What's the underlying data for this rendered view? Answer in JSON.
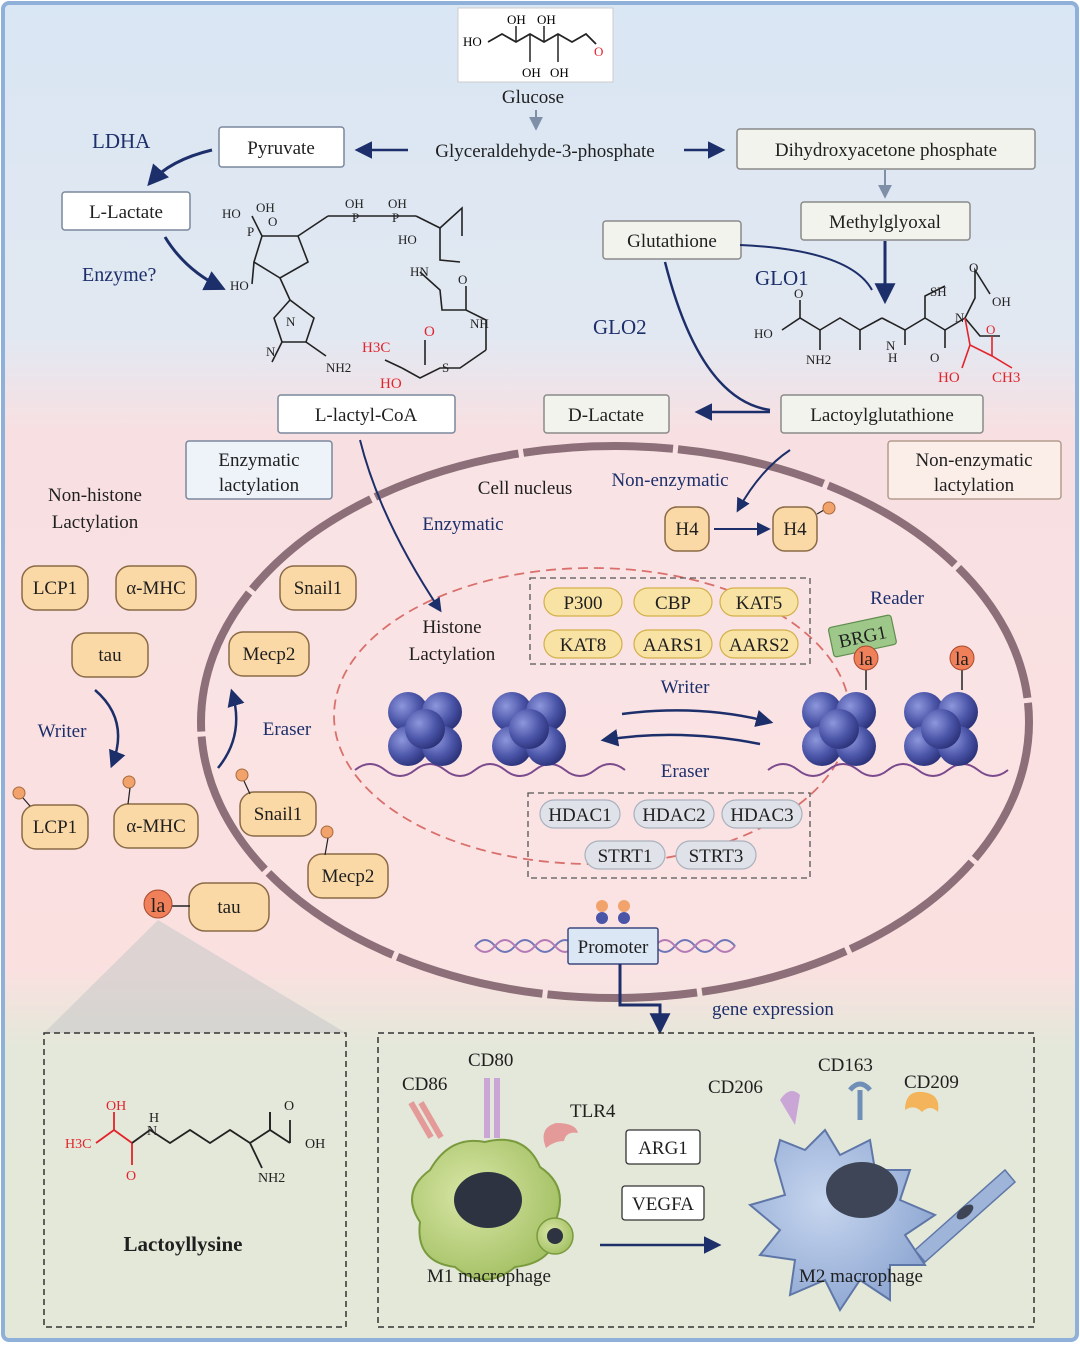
{
  "metabolism": {
    "glucose": "Glucose",
    "g3p": "Glyceraldehyde-3-phosphate",
    "pyruvate": "Pyruvate",
    "dhap": "Dihydroxyacetone phosphate",
    "ldha": "LDHA",
    "l_lactate": "L-Lactate",
    "enzyme_q": "Enzyme?",
    "methylglyoxal": "Methylglyoxal",
    "glutathione": "Glutathione",
    "glo1": "GLO1",
    "glo2": "GLO2",
    "l_lactyl_coa": "L-lactyl-CoA",
    "d_lactate": "D-Lactate",
    "lactoylglutathione": "Lactoylglutathione"
  },
  "labels": {
    "enzymatic_lactylation": [
      "Enzymatic",
      "lactylation"
    ],
    "non_enzymatic_lactylation": [
      "Non-enzymatic",
      "lactylation"
    ],
    "non_histone_lactylation": [
      "Non-histone",
      "Lactylation"
    ],
    "cell_nucleus": "Cell nucleus",
    "non_enzymatic": "Non-enzymatic",
    "enzymatic": "Enzymatic",
    "histone_lactylation": [
      "Histone",
      "Lactylation"
    ],
    "h4": "H4",
    "reader": "Reader",
    "brg1": "BRG1",
    "la": "la",
    "writer": "Writer",
    "eraser": "Eraser",
    "promoter": "Promoter",
    "gene_expression": "gene expression",
    "lactoyllysine": "Lactoyllysine"
  },
  "writers": [
    "P300",
    "CBP",
    "KAT5",
    "KAT8",
    "AARS1",
    "AARS2"
  ],
  "erasers": [
    "HDAC1",
    "HDAC2",
    "HDAC3",
    "STRT1",
    "STRT3"
  ],
  "non_histone_proteins": {
    "unmodified": [
      "LCP1",
      "α-MHC",
      "tau",
      "Snail1",
      "Mecp2"
    ],
    "modified": [
      "LCP1",
      "α-MHC",
      "Snail1",
      "Mecp2",
      "tau"
    ]
  },
  "chemistry": {
    "glucose_atoms": [
      "HO",
      "OH",
      "OH",
      "OH",
      "OH",
      "O"
    ],
    "coa_atoms": [
      "HO",
      "OH",
      "P",
      "O",
      "HO",
      "OH",
      "P",
      "OH",
      "P",
      "HO",
      "HN",
      "N",
      "N",
      "NH",
      "NH2",
      "H3C",
      "HO",
      "O",
      "S",
      "O"
    ],
    "gsh_atoms": [
      "SH",
      "O",
      "OH",
      "O",
      "HO",
      "NH2",
      "N",
      "H",
      "O",
      "N",
      "O",
      "HO",
      "CH3"
    ],
    "lactoyllysine_atoms": [
      "OH",
      "H3C",
      "N",
      "H",
      "O",
      "O",
      "OH",
      "NH2"
    ]
  },
  "macrophages": {
    "m1_label": "M1 macrophage",
    "m2_label": "M2 macrophage",
    "m1_markers": [
      "CD86",
      "CD80",
      "TLR4"
    ],
    "m2_markers": [
      "CD206",
      "CD163",
      "CD209"
    ],
    "factors": [
      "ARG1",
      "VEGFA"
    ]
  },
  "colors": {
    "top_band": "#dbe7f3",
    "middle_band": "#fbe3e3",
    "bottom_band": "#e6eadc",
    "navy_text": "#1d2f6b",
    "red_group": "#e3232b",
    "pill_orange": "#fbd9a7",
    "writer_yellow": "#f8e3a4",
    "eraser_gray": "#dfe2e8",
    "nucleosome_blue": "#4b55a8",
    "membrane": "#8c6f78"
  }
}
